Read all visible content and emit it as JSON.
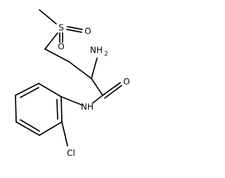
{
  "molecule": {
    "atoms": {
      "sulfur": "S",
      "sulfonyl_oxygen_right": "O",
      "sulfonyl_oxygen_down": "O",
      "amino_group": "NH",
      "amino_subscript": "2",
      "carbonyl_oxygen": "O",
      "amide_nitrogen": "NH",
      "chlorine": "Cl"
    }
  },
  "colors": {
    "bond": "#000000",
    "background": "#ffffff"
  }
}
